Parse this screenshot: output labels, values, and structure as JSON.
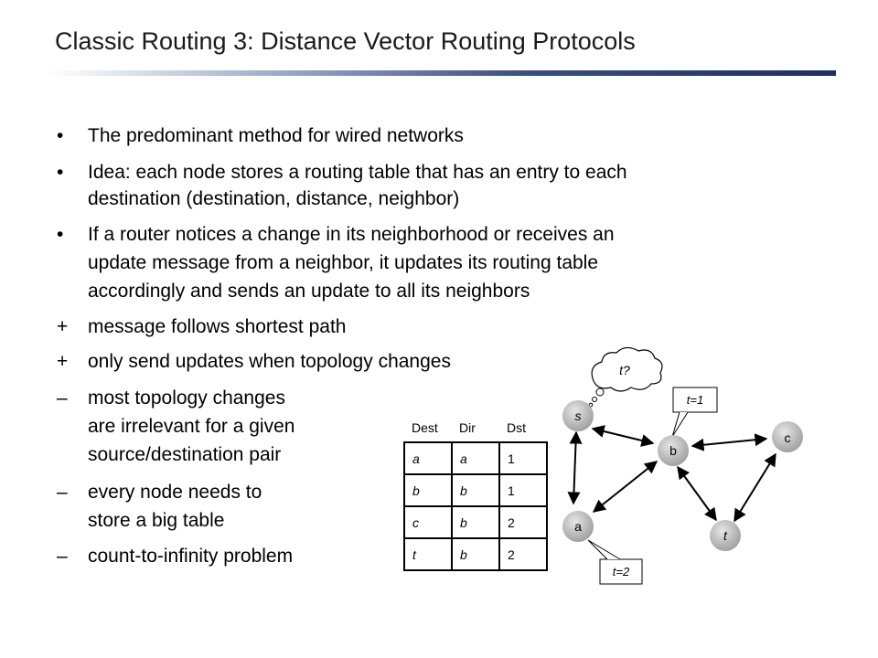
{
  "slide": {
    "title": "Classic Routing 3: Distance Vector Routing Protocols",
    "lines": [
      {
        "marker": "•",
        "text": "The predominant method for wired networks"
      },
      {
        "marker": "•",
        "text": "Idea: each node stores a routing table that has an entry to each"
      },
      {
        "marker": "",
        "text": "destination (destination, distance, neighbor)"
      },
      {
        "marker": "•",
        "text": "If a router notices a change in its neighborhood or receives an"
      },
      {
        "marker": "",
        "text": "update message from a neighbor, it updates its routing table"
      },
      {
        "marker": "",
        "text": "accordingly and sends an update to all its neighbors"
      },
      {
        "marker": "+",
        "text": "message follows shortest path"
      },
      {
        "marker": "+",
        "text": "only send updates when topology changes"
      },
      {
        "marker": "–",
        "text": "most topology changes"
      },
      {
        "marker": "",
        "text": "are irrelevant for a given"
      },
      {
        "marker": "",
        "text": "source/destination pair"
      },
      {
        "marker": "–",
        "text": "every node needs to"
      },
      {
        "marker": "",
        "text": "store a big table"
      },
      {
        "marker": "–",
        "text": "count-to-infinity problem"
      }
    ]
  },
  "routing_table": {
    "headers": [
      "Dest",
      "Dir",
      "Dst"
    ],
    "rows": [
      [
        "a",
        "a",
        "1"
      ],
      [
        "b",
        "b",
        "1"
      ],
      [
        "c",
        "b",
        "2"
      ],
      [
        "t",
        "b",
        "2"
      ]
    ]
  },
  "diagram": {
    "nodes": {
      "s": "s",
      "a": "a",
      "b": "b",
      "c": "c",
      "t": "t"
    },
    "thought": "t?",
    "callout_t1": "t=1",
    "callout_t2": "t=2",
    "colors": {
      "node_fill": "#b3b3b3",
      "title_bar": "#1c2f61"
    }
  }
}
